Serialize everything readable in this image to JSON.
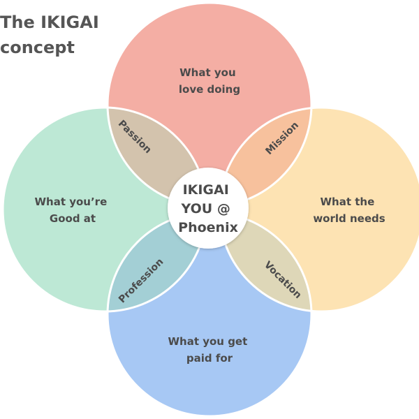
{
  "title": {
    "line1": "The IKIGAI",
    "line2": "concept"
  },
  "circles": {
    "top": {
      "line1": "What you",
      "line2": "love doing",
      "color": "#f4aea4"
    },
    "right": {
      "line1": "What the",
      "line2": "world needs",
      "color": "#fde3b3"
    },
    "bottom": {
      "line1": "What you get",
      "line2": "paid for",
      "color": "#a7c8f4"
    },
    "left": {
      "line1": "What you’re",
      "line2": "Good at",
      "color": "#bde8d5"
    }
  },
  "overlaps": {
    "passion": {
      "label": "Passion",
      "color": "#d3c3ad"
    },
    "mission": {
      "label": "Mission",
      "color": "#f7c19d"
    },
    "vocation": {
      "label": "Vocation",
      "color": "#ded7b8"
    },
    "profession": {
      "label": "Profession",
      "color": "#a3cfd5"
    }
  },
  "center": {
    "line1": "IKIGAI",
    "line2": "YOU @",
    "line3": "Phoenix"
  }
}
